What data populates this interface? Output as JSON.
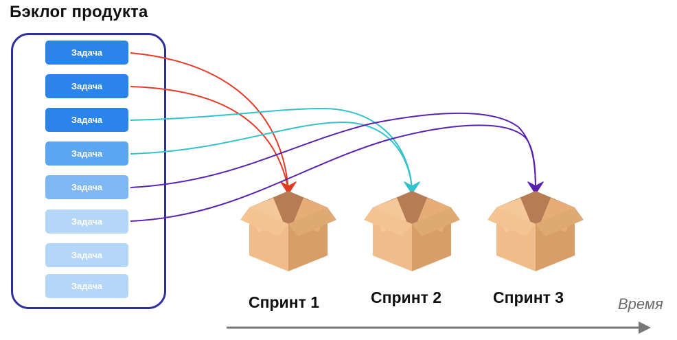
{
  "title": "Бэклог продукта",
  "task_label": "Задача",
  "tasks": [
    {
      "label": "Задача",
      "color": "#2a84ea"
    },
    {
      "label": "Задача",
      "color": "#2a84ea"
    },
    {
      "label": "Задача",
      "color": "#2a84ea"
    },
    {
      "label": "Задача",
      "color": "#5aa6f0"
    },
    {
      "label": "Задача",
      "color": "#7db8f4"
    },
    {
      "label": "Задача",
      "color": "#b3d6f9"
    },
    {
      "label": "Задача",
      "color": "#b3d6f9"
    },
    {
      "label": "Задача",
      "color": "#b3d6f9"
    }
  ],
  "sprints": [
    {
      "label": "Спринт 1",
      "arrow_color": "#e53a24"
    },
    {
      "label": "Спринт 2",
      "arrow_color": "#33c2cc"
    },
    {
      "label": "Спринт 3",
      "arrow_color": "#5a22b0"
    }
  ],
  "time_label": "Время",
  "colors": {
    "backlog_border": "#2e2f9f",
    "timeline": "#777777",
    "box_light": "#f0bd8a",
    "box_dark": "#d99e68",
    "box_inner": "#b57c55"
  }
}
